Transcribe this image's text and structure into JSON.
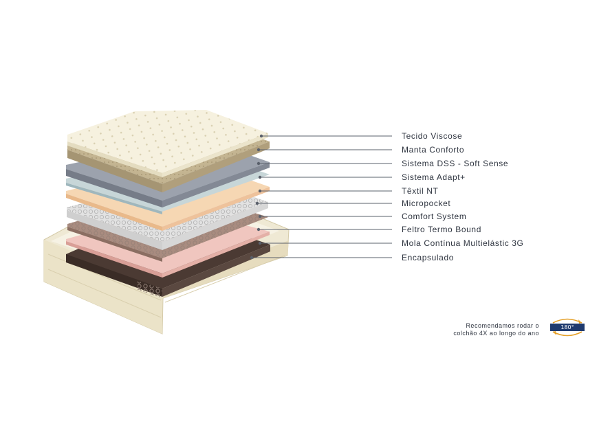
{
  "layers": [
    {
      "label": "Tecido Viscose"
    },
    {
      "label": "Manta Conforto"
    },
    {
      "label": "Sistema DSS - Soft Sense"
    },
    {
      "label": "Sistema Adapt+"
    },
    {
      "label": "Têxtil NT"
    },
    {
      "label": "Micropocket"
    },
    {
      "label": "Comfort System"
    },
    {
      "label": "Feltro Termo Bound"
    },
    {
      "label": "Mola Contínua Multielástic 3G"
    },
    {
      "label": "Encapsulado"
    }
  ],
  "rotation_note": {
    "line1": "Recomendamos rodar o",
    "line2": "colchão 4X ao longo do ano",
    "badge": "180°"
  },
  "colors": {
    "viscose": "#f3eeda",
    "manta": "#b4a582",
    "dss": "#8a909c",
    "adapt": "#9fb7bd",
    "textil": "#f2c9a1",
    "micropocket": "#e2e2e2",
    "comfort": "#f4dccf",
    "feltro": "#a98c80",
    "mola": "#4b3a33",
    "encapsulado": "#efe9d4",
    "badge": "#1f3a6e"
  }
}
